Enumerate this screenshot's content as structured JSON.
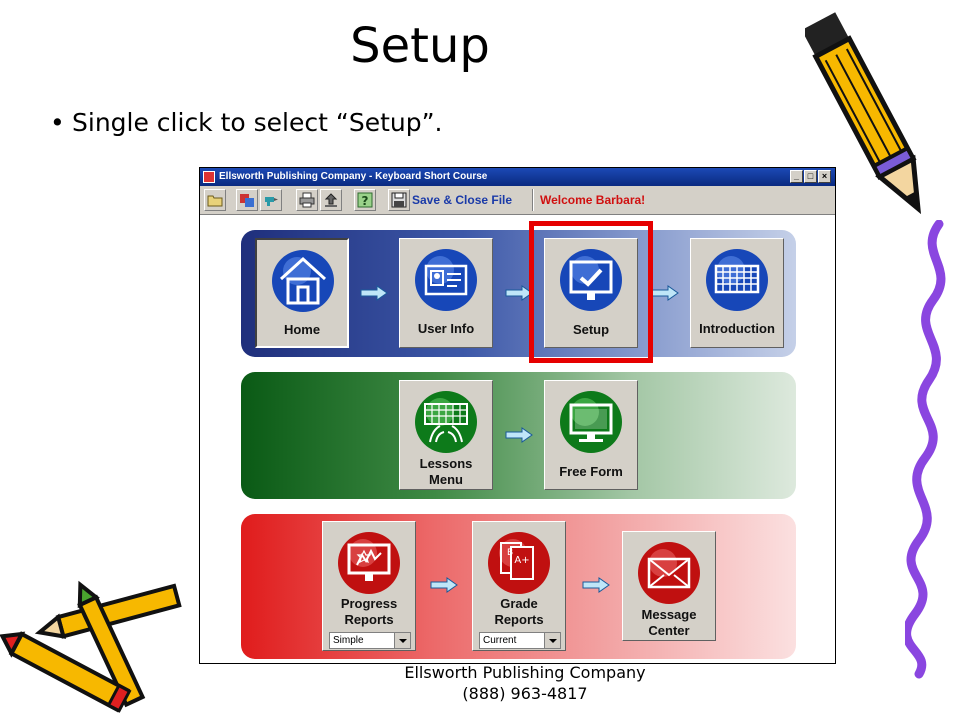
{
  "slide": {
    "title": "Setup",
    "bullet": "Single click to select “Setup”.",
    "footer_line1": "Ellsworth Publishing Company",
    "footer_line2": "(888) 963-4817"
  },
  "window": {
    "title": "Ellsworth Publishing Company - Keyboard Short Course",
    "minimize": "_",
    "maximize": "□",
    "close": "×"
  },
  "toolbar": {
    "save_close_label": "Save & Close File",
    "welcome": "Welcome  Barbara!",
    "welcome_color": "#d01010"
  },
  "tiles": {
    "home": "Home",
    "user_info": "User Info",
    "setup": "Setup",
    "introduction": "Introduction",
    "lessons_menu_1": "Lessons",
    "lessons_menu_2": "Menu",
    "free_form": "Free Form",
    "progress_1": "Progress",
    "progress_2": "Reports",
    "grade_1": "Grade",
    "grade_2": "Reports",
    "message_1": "Message",
    "message_2": "Center"
  },
  "dropdowns": {
    "progress_selected": "Simple",
    "grade_selected": "Current"
  },
  "colors": {
    "highlight": "#e60000",
    "band_blue": "#1f2f7c",
    "band_green": "#0a5a15",
    "band_red": "#e01c1c"
  }
}
